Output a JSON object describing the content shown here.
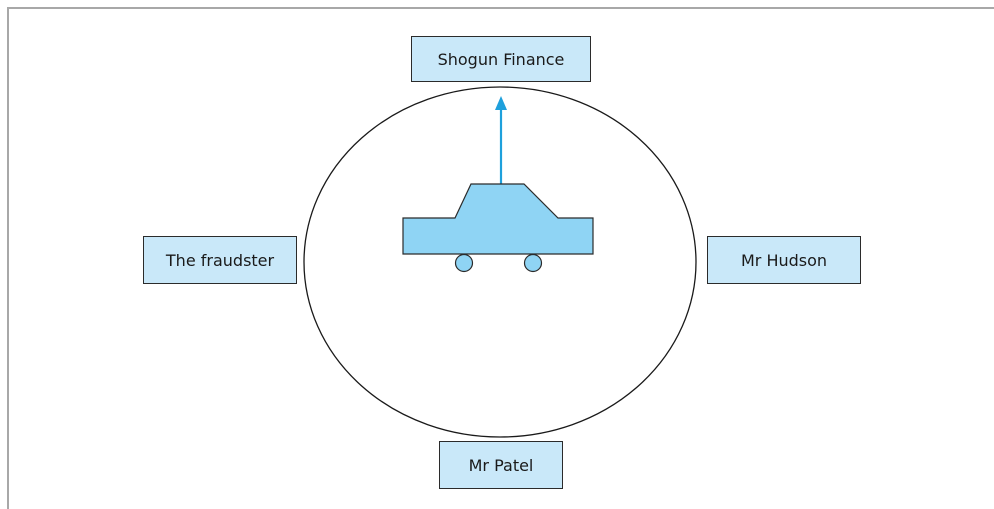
{
  "diagram": {
    "parties": {
      "finance": "Shogun Finance",
      "fraudster": "The fraudster",
      "buyer": "Mr Hudson",
      "identity": "Mr Patel"
    },
    "colors": {
      "box_fill": "#c9e8f9",
      "car_fill": "#8fd4f4",
      "arrow": "#1ea0dc",
      "outline": "#2b2b2b",
      "frame": "#a8a8a8"
    },
    "icons": [
      "car-icon",
      "arrow-up-icon"
    ]
  }
}
